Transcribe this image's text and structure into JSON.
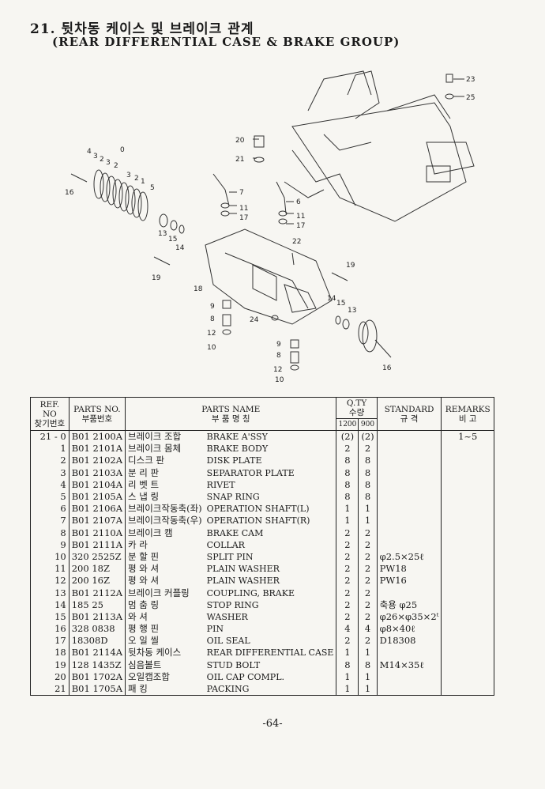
{
  "title": {
    "korean": "21. 뒷차동 케이스 및 브레이크 관계",
    "english": "(REAR DIFFERENTIAL CASE & BRAKE GROUP)"
  },
  "diagram": {
    "callouts": [
      "23",
      "25",
      "20",
      "21",
      "4",
      "3",
      "2",
      "3",
      "2",
      "3",
      "2",
      "1",
      "0",
      "5",
      "16",
      "7",
      "11",
      "17",
      "6",
      "11",
      "17",
      "13",
      "15",
      "14",
      "22",
      "19",
      "18",
      "9",
      "8",
      "12",
      "10",
      "24",
      "19",
      "14",
      "15",
      "13",
      "9",
      "8",
      "12",
      "10",
      "16"
    ]
  },
  "table": {
    "headers": {
      "ref_no": "REF. NO",
      "ref_no_ko": "찾기번호",
      "parts_no": "PARTS NO.",
      "parts_no_ko": "부품번호",
      "parts_name": "PARTS NAME",
      "parts_name_ko": "부 품 명 칭",
      "qty": "Q.TY",
      "qty_ko": "수량",
      "qty_1200": "1200",
      "qty_900": "900",
      "standard": "STANDARD",
      "standard_ko": "규 격",
      "remarks": "REMARKS",
      "remarks_ko": "비 고"
    },
    "rows": [
      {
        "ref": "21 - 0",
        "part": "B01 2100A",
        "ko": "브레이크 조합",
        "en": "BRAKE A'SSY",
        "q1": "(2)",
        "q2": "(2)",
        "std": "",
        "rem": "1~5"
      },
      {
        "ref": "1",
        "part": "B01 2101A",
        "ko": "브레이크 몸체",
        "en": "BRAKE BODY",
        "q1": "2",
        "q2": "2",
        "std": "",
        "rem": ""
      },
      {
        "ref": "2",
        "part": "B01 2102A",
        "ko": "디스크 판",
        "en": "DISK PLATE",
        "q1": "8",
        "q2": "8",
        "std": "",
        "rem": ""
      },
      {
        "ref": "3",
        "part": "B01 2103A",
        "ko": "분 리 판",
        "en": "SEPARATOR PLATE",
        "q1": "8",
        "q2": "8",
        "std": "",
        "rem": ""
      },
      {
        "ref": "4",
        "part": "B01 2104A",
        "ko": "리 벳 트",
        "en": "RIVET",
        "q1": "8",
        "q2": "8",
        "std": "",
        "rem": ""
      },
      {
        "ref": "5",
        "part": "B01 2105A",
        "ko": "스 냅 링",
        "en": "SNAP RING",
        "q1": "8",
        "q2": "8",
        "std": "",
        "rem": ""
      },
      {
        "ref": "6",
        "part": "B01 2106A",
        "ko": "브레이크작동축(좌)",
        "en": "OPERATION SHAFT(L)",
        "q1": "1",
        "q2": "1",
        "std": "",
        "rem": ""
      },
      {
        "ref": "7",
        "part": "B01 2107A",
        "ko": "브레이크작동축(우)",
        "en": "OPERATION SHAFT(R)",
        "q1": "1",
        "q2": "1",
        "std": "",
        "rem": ""
      },
      {
        "ref": "8",
        "part": "B01 2110A",
        "ko": "브레이크 캠",
        "en": "BRAKE CAM",
        "q1": "2",
        "q2": "2",
        "std": "",
        "rem": ""
      },
      {
        "ref": "9",
        "part": "B01 2111A",
        "ko": "카 라",
        "en": "COLLAR",
        "q1": "2",
        "q2": "2",
        "std": "",
        "rem": ""
      },
      {
        "ref": "10",
        "part": "320 2525Z",
        "ko": "분 할 핀",
        "en": "SPLIT PIN",
        "q1": "2",
        "q2": "2",
        "std": "φ2.5×25ℓ",
        "rem": ""
      },
      {
        "ref": "11",
        "part": "200 18Z",
        "ko": "평 와 셔",
        "en": "PLAIN WASHER",
        "q1": "2",
        "q2": "2",
        "std": "PW18",
        "rem": ""
      },
      {
        "ref": "12",
        "part": "200 16Z",
        "ko": "평 와 셔",
        "en": "PLAIN WASHER",
        "q1": "2",
        "q2": "2",
        "std": "PW16",
        "rem": ""
      },
      {
        "ref": "13",
        "part": "B01 2112A",
        "ko": "브레이크 커플링",
        "en": "COUPLING, BRAKE",
        "q1": "2",
        "q2": "2",
        "std": "",
        "rem": ""
      },
      {
        "ref": "14",
        "part": "185 25",
        "ko": "멈 춤 링",
        "en": "STOP RING",
        "q1": "2",
        "q2": "2",
        "std": "축용 φ25",
        "rem": ""
      },
      {
        "ref": "15",
        "part": "B01 2113A",
        "ko": "와 셔",
        "en": "WASHER",
        "q1": "2",
        "q2": "2",
        "std": "φ26×φ35×2ᵗ",
        "rem": ""
      },
      {
        "ref": "16",
        "part": "328 0838",
        "ko": "평 행 핀",
        "en": "PIN",
        "q1": "4",
        "q2": "4",
        "std": "φ8×40ℓ",
        "rem": ""
      },
      {
        "ref": "17",
        "part": "18308D",
        "ko": "오 일 씰",
        "en": "OIL SEAL",
        "q1": "2",
        "q2": "2",
        "std": "D18308",
        "rem": ""
      },
      {
        "ref": "18",
        "part": "B01 2114A",
        "ko": "뒷차동 케이스",
        "en": "REAR DIFFERENTIAL CASE",
        "q1": "1",
        "q2": "1",
        "std": "",
        "rem": ""
      },
      {
        "ref": "19",
        "part": "128 1435Z",
        "ko": "심음볼트",
        "en": "STUD BOLT",
        "q1": "8",
        "q2": "8",
        "std": "M14×35ℓ",
        "rem": ""
      },
      {
        "ref": "20",
        "part": "B01 1702A",
        "ko": "오일캡조합",
        "en": "OIL CAP COMPL.",
        "q1": "1",
        "q2": "1",
        "std": "",
        "rem": ""
      },
      {
        "ref": "21",
        "part": "B01 1705A",
        "ko": "패 킹",
        "en": "PACKING",
        "q1": "1",
        "q2": "1",
        "std": "",
        "rem": ""
      }
    ]
  },
  "page_number": "-64-"
}
